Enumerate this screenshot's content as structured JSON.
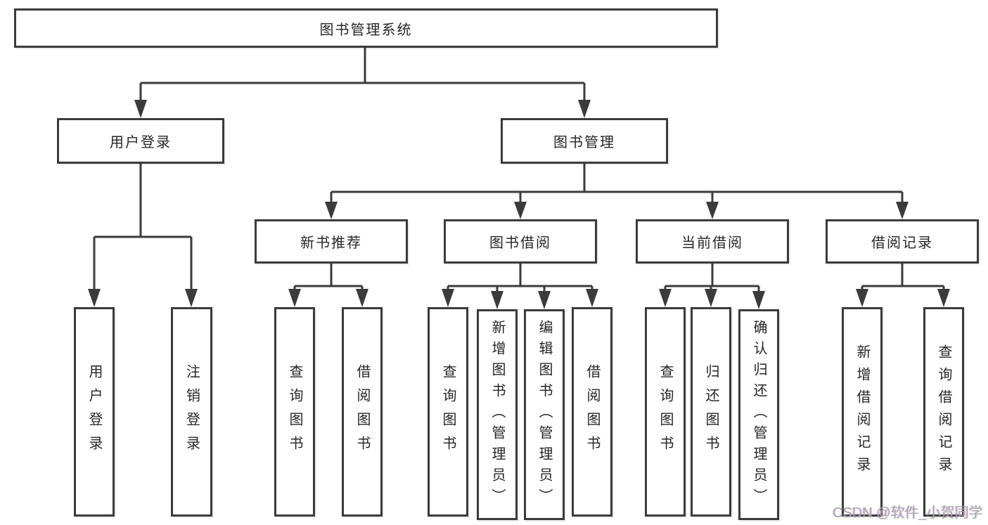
{
  "nodes": {
    "root": "图书管理系统",
    "user_login": "用户登录",
    "book_management": "图书管理",
    "new_book_recommend": "新书推荐",
    "book_borrowing": "图书借阅",
    "current_borrowing": "当前借阅",
    "borrowing_records": "借阅记录",
    "leaf_user_login": "用户登录",
    "leaf_logout": "注销登录",
    "leaf_query_books_recommend": "查询图书",
    "leaf_borrow_books_recommend": "借阅图书",
    "leaf_query_books_borrowing": "查询图书",
    "leaf_add_books_admin": "新增图书（管理员）",
    "leaf_edit_books_admin": "编辑图书（管理员）",
    "leaf_borrow_books_borrowing": "借阅图书",
    "leaf_query_books_current": "查询图书",
    "leaf_return_books": "归还图书",
    "leaf_confirm_return_admin": "确认归还（管理员）",
    "leaf_add_borrow_record": "新增借阅记录",
    "leaf_query_borrow_record": "查询借阅记录"
  },
  "hierarchy": {
    "图书管理系统": {
      "用户登录": [
        "用户登录",
        "注销登录"
      ],
      "图书管理": {
        "新书推荐": [
          "查询图书",
          "借阅图书"
        ],
        "图书借阅": [
          "查询图书",
          "新增图书（管理员）",
          "编辑图书（管理员）",
          "借阅图书"
        ],
        "当前借阅": [
          "查询图书",
          "归还图书",
          "确认归还（管理员）"
        ],
        "借阅记录": [
          "新增借阅记录",
          "查询借阅记录"
        ]
      }
    }
  },
  "watermark": "CSDN @软件_小贺同学",
  "colors": {
    "line": "#3b3b3b",
    "box_border": "#3b3b3b",
    "text": "#262626",
    "watermark": "#a8a8af",
    "background": "#ffffff"
  }
}
